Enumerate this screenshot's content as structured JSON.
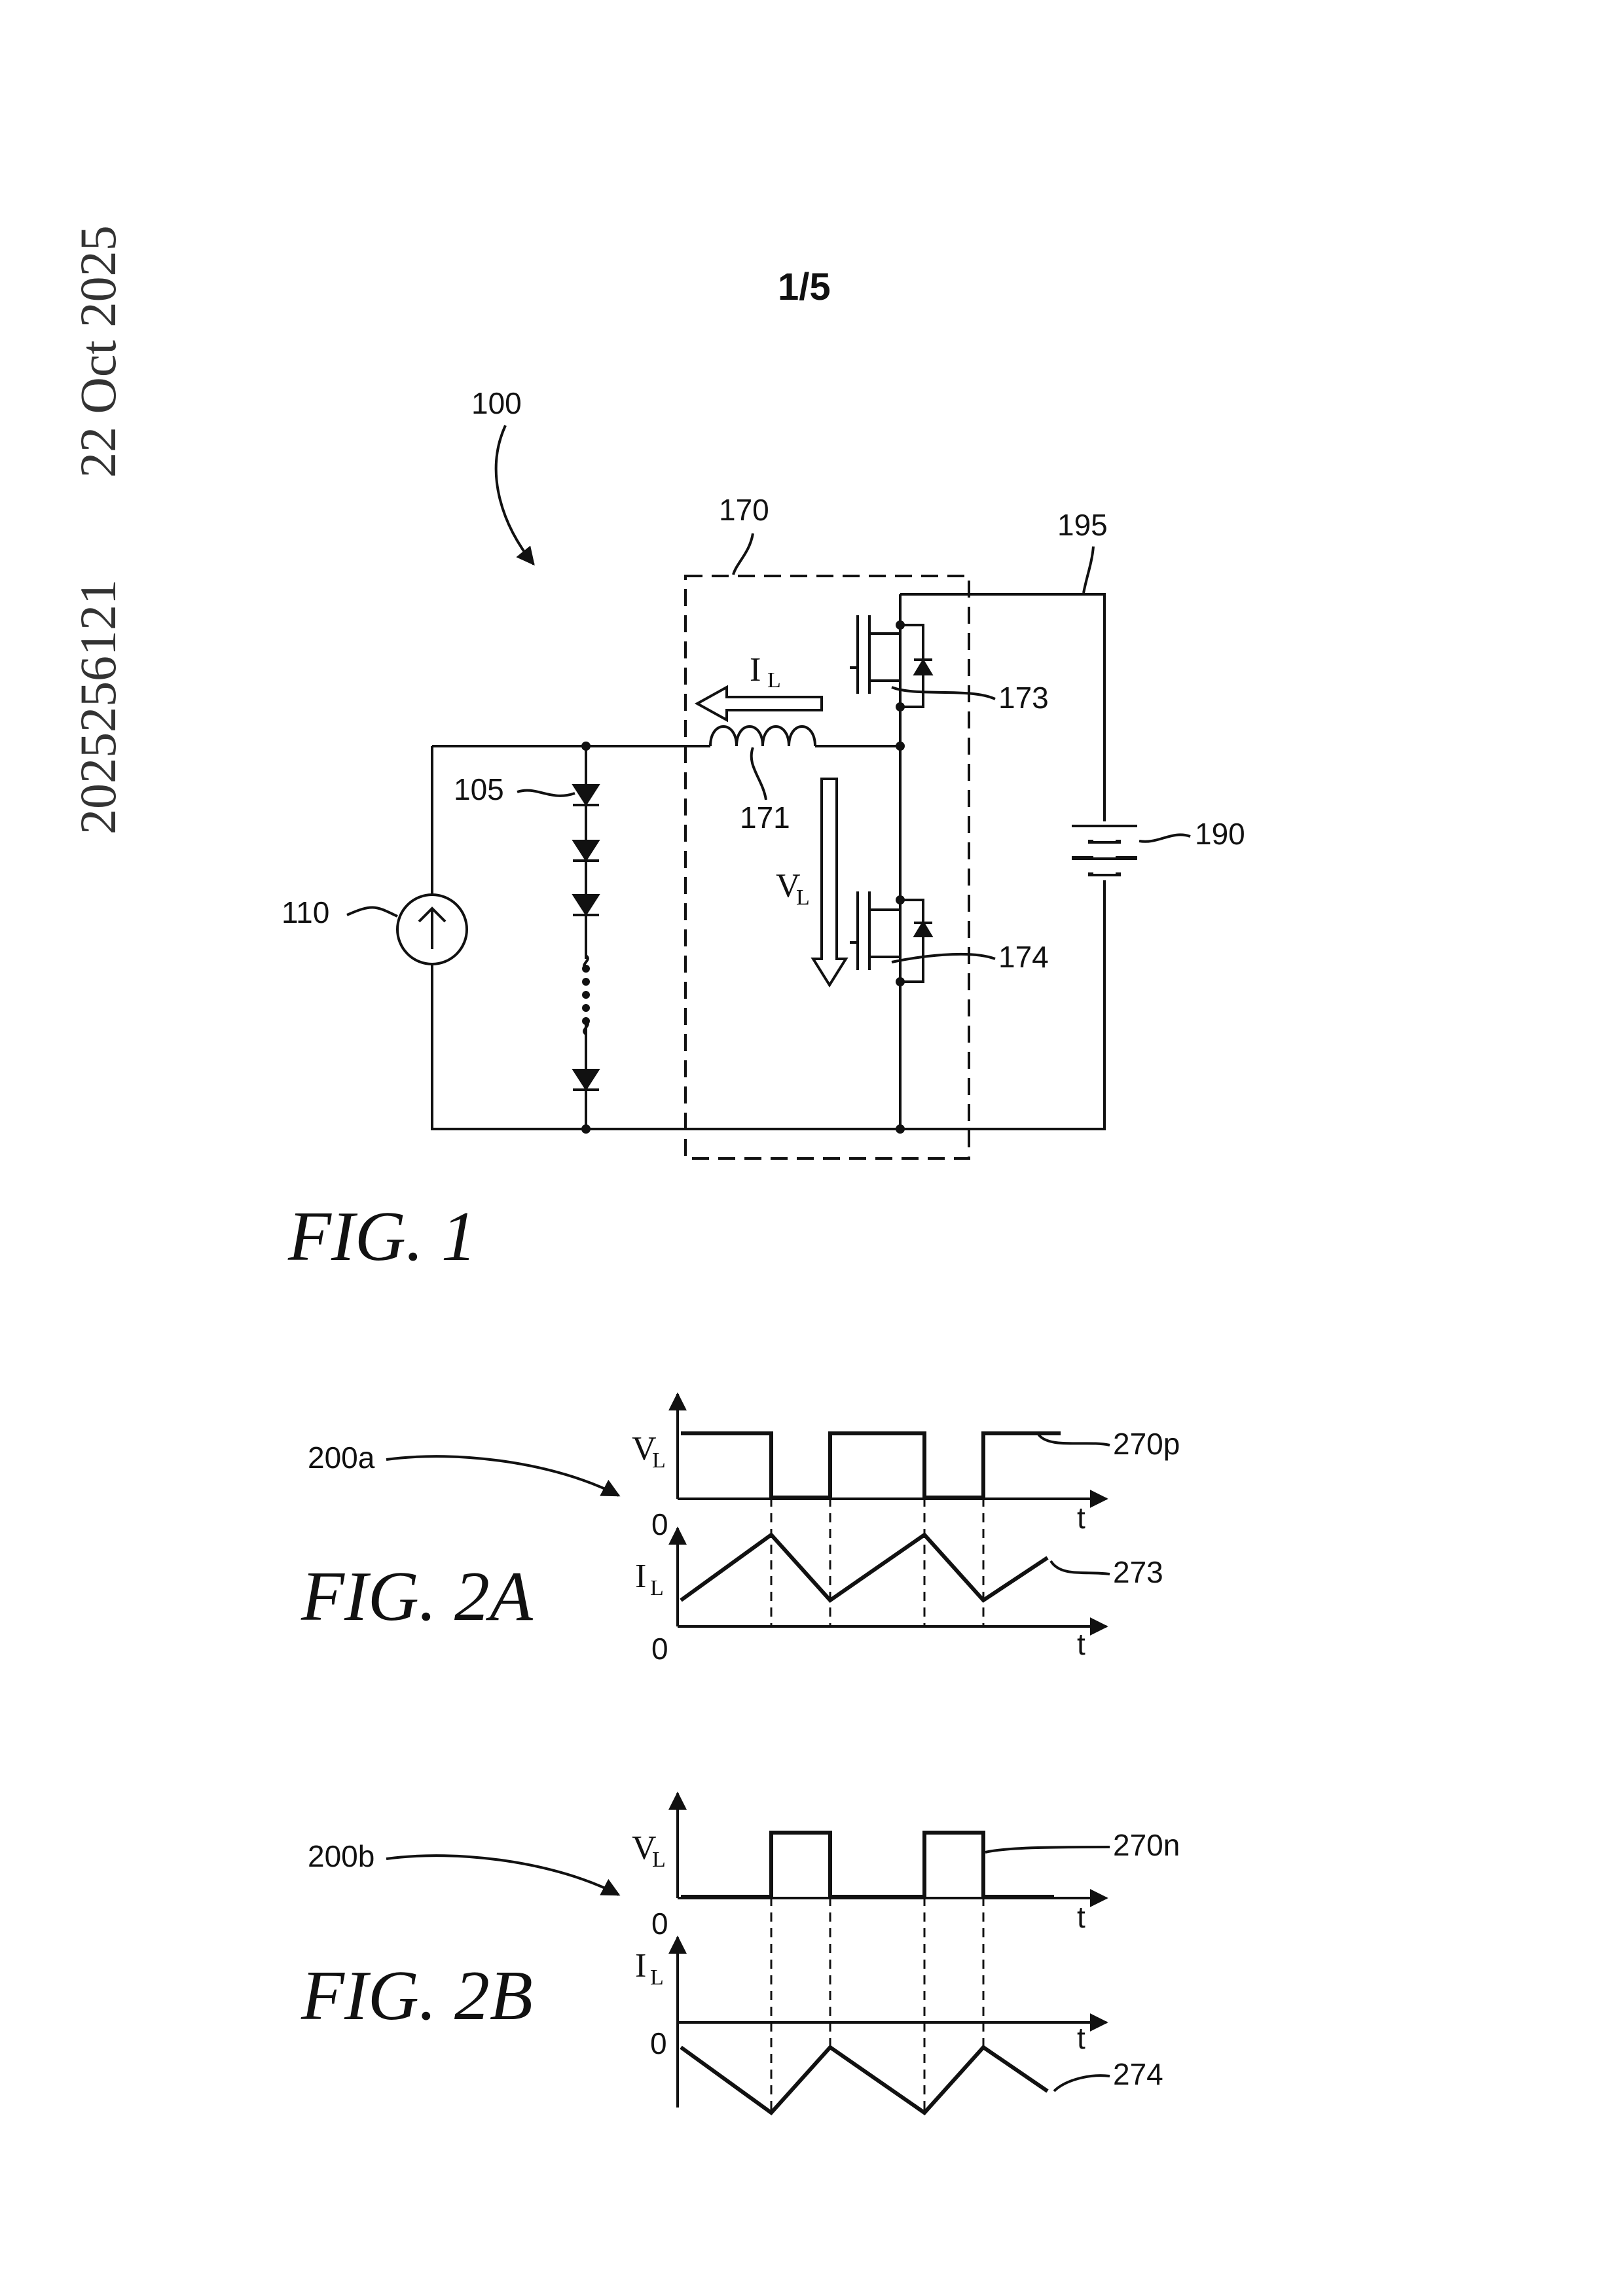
{
  "side_date": "22 Oct 2025",
  "side_number": "2025256121",
  "page_number": "1/5",
  "fig1": {
    "caption": "FIG.  1",
    "refs": {
      "system": "100",
      "led_string": "105",
      "current_source": "110",
      "converter": "170",
      "inductor": "171",
      "high_switch": "173",
      "low_switch": "174",
      "battery": "190",
      "node": "195"
    },
    "current_symbol": "I",
    "current_sub": "L",
    "voltage_symbol": "V",
    "voltage_sub": "L"
  },
  "fig2a": {
    "caption": "FIG.  2A",
    "ref": "200a",
    "trace_v_ref": "270p",
    "trace_i_ref": "273",
    "v_symbol": "V",
    "v_sub": "L",
    "i_symbol": "I",
    "i_sub": "L",
    "origin_label": "0",
    "time_label": "t"
  },
  "fig2b": {
    "caption": "FIG.  2B",
    "ref": "200b",
    "trace_v_ref": "270n",
    "trace_i_ref": "274",
    "v_symbol": "V",
    "v_sub": "L",
    "i_symbol": "I",
    "i_sub": "L",
    "origin_label": "0",
    "time_label": "t"
  }
}
